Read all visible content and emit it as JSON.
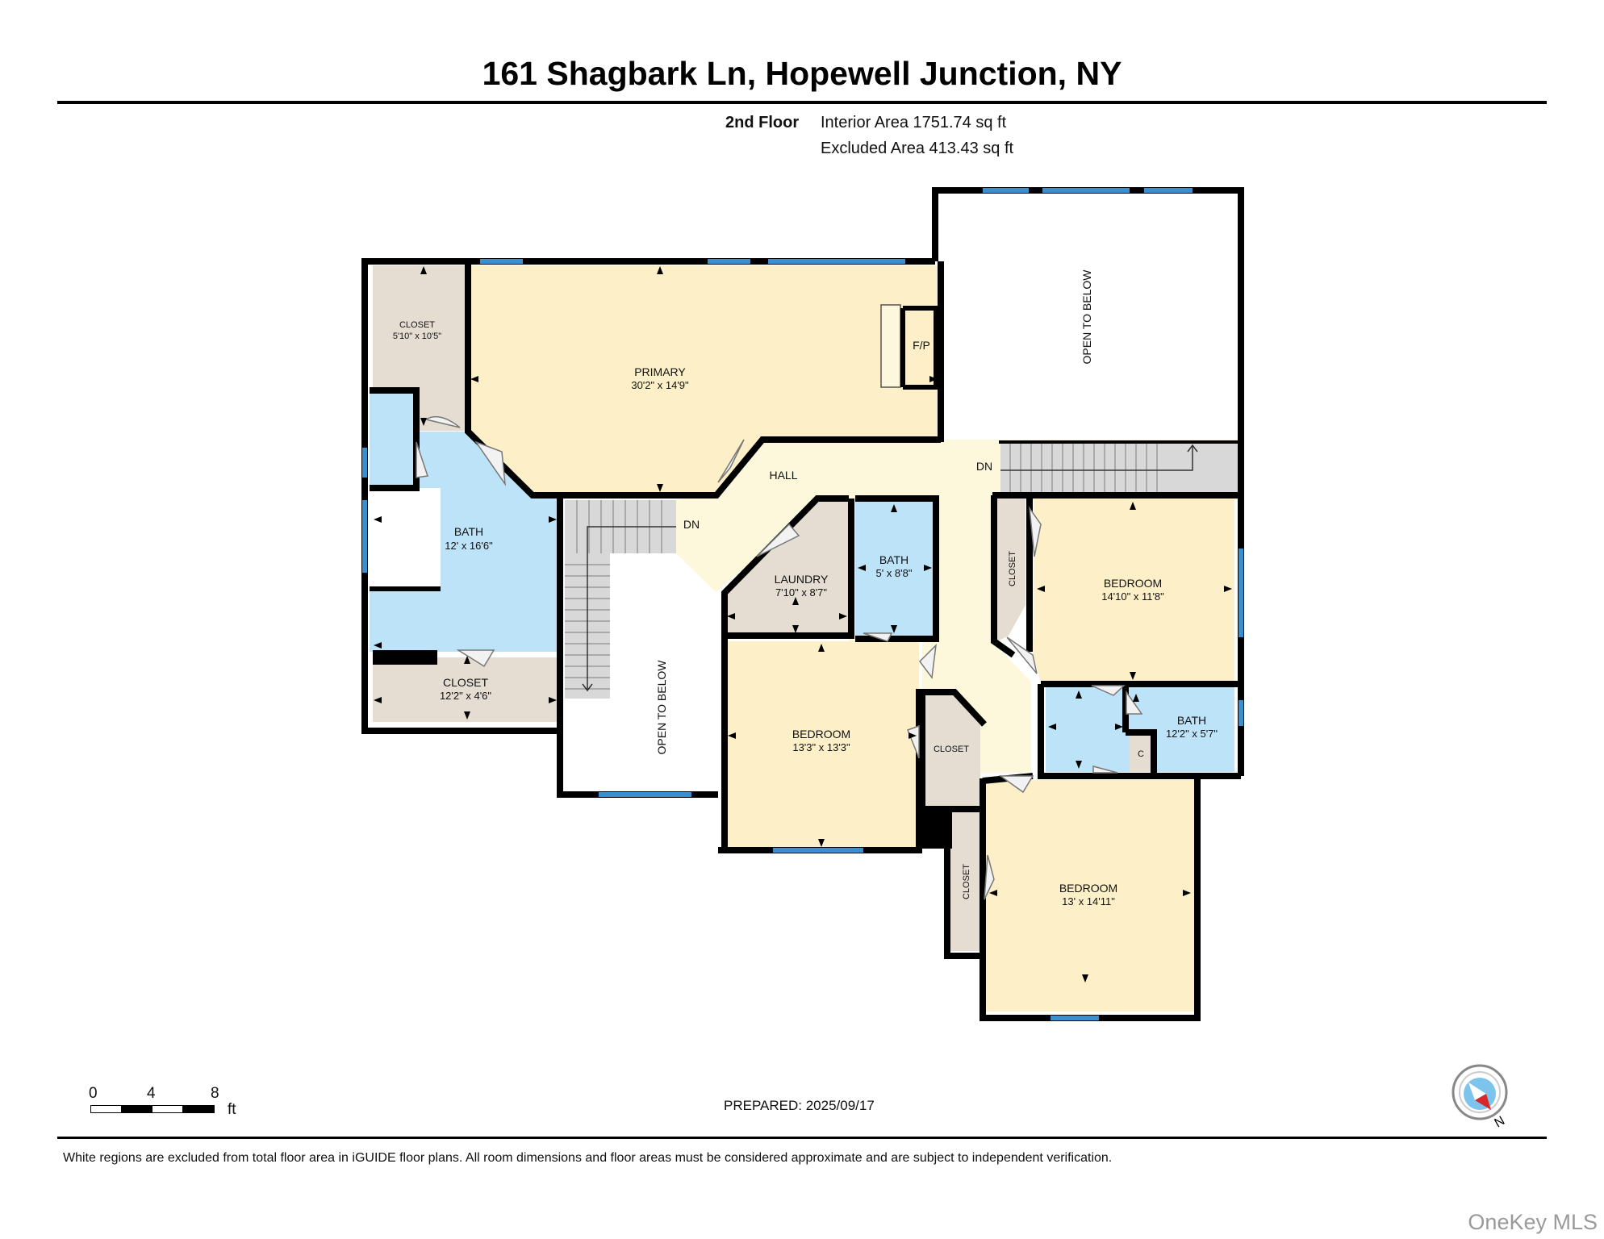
{
  "title": "161 Shagbark Ln, Hopewell Junction, NY",
  "floor": {
    "name": "2nd Floor",
    "interior_area": "Interior Area 1751.74 sq ft",
    "excluded_area": "Excluded Area 413.43 sq ft"
  },
  "rooms": {
    "closet_primary": {
      "name": "CLOSET",
      "dims": "5'10\" x 10'5\""
    },
    "primary": {
      "name": "PRIMARY",
      "dims": "30'2\" x 14'9\""
    },
    "fireplace": {
      "name": "F/P"
    },
    "open_below_top": {
      "name": "OPEN TO BELOW"
    },
    "hall": {
      "name": "HALL"
    },
    "stairs_dn_top": {
      "name": "DN"
    },
    "stairs_dn_left": {
      "name": "DN"
    },
    "bath_primary": {
      "name": "BATH",
      "dims": "12' x 16'6\""
    },
    "closet_bath": {
      "name": "CLOSET",
      "dims": "12'2\" x 4'6\""
    },
    "open_below_mid": {
      "name": "OPEN TO BELOW"
    },
    "laundry": {
      "name": "LAUNDRY",
      "dims": "7'10\" x 8'7\""
    },
    "bath_hall": {
      "name": "BATH",
      "dims": "5' x 8'8\""
    },
    "closet_bed_right": {
      "name": "CLOSET"
    },
    "bedroom_right": {
      "name": "BEDROOM",
      "dims": "14'10\" x 11'8\""
    },
    "bath_right": {
      "name": "BATH",
      "dims": "12'2\" x 5'7\""
    },
    "c_closet": {
      "name": "C"
    },
    "bedroom_mid": {
      "name": "BEDROOM",
      "dims": "13'3\" x 13'3\""
    },
    "closet_mid": {
      "name": "CLOSET"
    },
    "closet_bottom": {
      "name": "CLOSET"
    },
    "bedroom_bottom": {
      "name": "BEDROOM",
      "dims": "13' x 14'11\""
    }
  },
  "scale": {
    "labels": [
      "0",
      "4",
      "8"
    ],
    "unit": "ft"
  },
  "prepared": "PREPARED: 2025/09/17",
  "compass_label": "N",
  "disclaimer": "White regions are excluded from total floor area in iGUIDE floor plans. All room dimensions and floor areas must be considered approximate and are subject to independent verification.",
  "watermark": "OneKey MLS",
  "colors": {
    "bedroom": "#fdf0c8",
    "bath": "#bde3f8",
    "closet": "#e6ddd2",
    "hall": "#fdf7dc",
    "stairs": "#d8d8d8",
    "window": "#3a8fcf",
    "wall": "#000000"
  }
}
